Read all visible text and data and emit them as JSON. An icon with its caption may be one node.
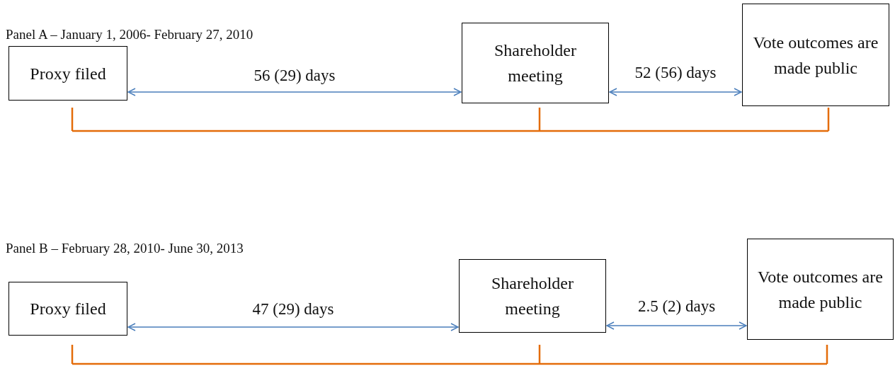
{
  "diagram": {
    "nodes": [
      {
        "text": [
          "Proxy filed"
        ]
      },
      {
        "text": [
          "Shareholder meeting"
        ]
      },
      {
        "text": [
          "Vote outcomes are made public"
        ]
      },
      {
        "text": [
          "Proxy filed"
        ]
      },
      {
        "text": [
          "Shareholder meeting"
        ]
      },
      {
        "text": [
          "Vote outcomes are made public"
        ]
      }
    ],
    "edges": [
      {
        "from": 0,
        "to": 1,
        "arrow": "both",
        "label": "56 (29) days"
      },
      {
        "from": 1,
        "to": 2,
        "arrow": "both",
        "label": "52 (56) days"
      },
      {
        "from": 3,
        "to": 4,
        "arrow": "both",
        "label": "47 (29) days"
      },
      {
        "from": 4,
        "to": 5,
        "arrow": "both",
        "label": "2.5 (2) days"
      }
    ],
    "labels": [
      "Panel A – January 1, 2006- February 27, 2010",
      "Panel B – February 28, 2010- June 30, 2013"
    ]
  }
}
